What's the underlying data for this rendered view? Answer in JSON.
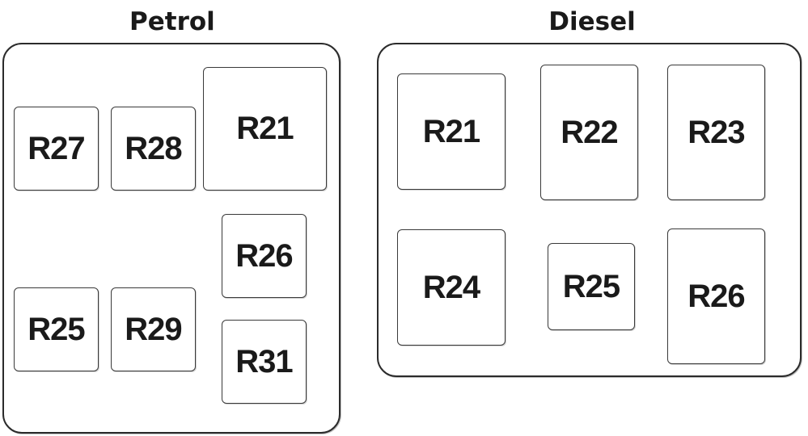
{
  "petrol": {
    "title": "Petrol",
    "relays": [
      "R27",
      "R28",
      "R21",
      "R26",
      "R25",
      "R29",
      "R31"
    ]
  },
  "diesel": {
    "title": "Diesel",
    "relays": [
      "R21",
      "R22",
      "R23",
      "R24",
      "R25",
      "R26"
    ]
  }
}
